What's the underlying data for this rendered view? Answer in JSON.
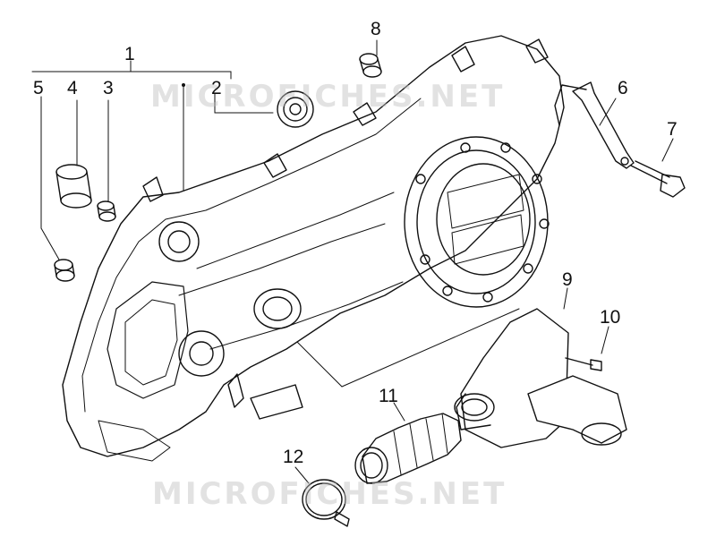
{
  "diagram": {
    "callouts": [
      "1",
      "2",
      "3",
      "4",
      "5",
      "6",
      "7",
      "8",
      "9",
      "10",
      "11",
      "12"
    ],
    "watermark": "MICROFICHES.NET"
  }
}
